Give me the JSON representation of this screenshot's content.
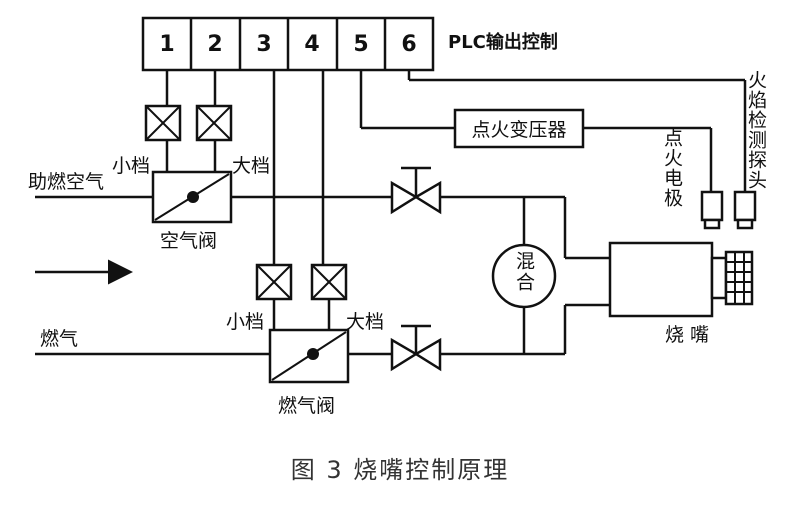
{
  "plc": {
    "terminals": [
      "1",
      "2",
      "3",
      "4",
      "5",
      "6"
    ],
    "label": "PLC输出控制"
  },
  "labels": {
    "air": "助燃空气",
    "gas": "燃气",
    "small_gear": "小档",
    "big_gear": "大档",
    "air_valve": "空气阀",
    "gas_valve": "燃气阀",
    "ignition_transformer": "点火变压器",
    "ignition_electrode": "点火电极",
    "flame_detector": "火焰检测探头",
    "mixer": "混合",
    "burner": "烧  嘴"
  },
  "caption": "图 3   烧嘴控制原理"
}
